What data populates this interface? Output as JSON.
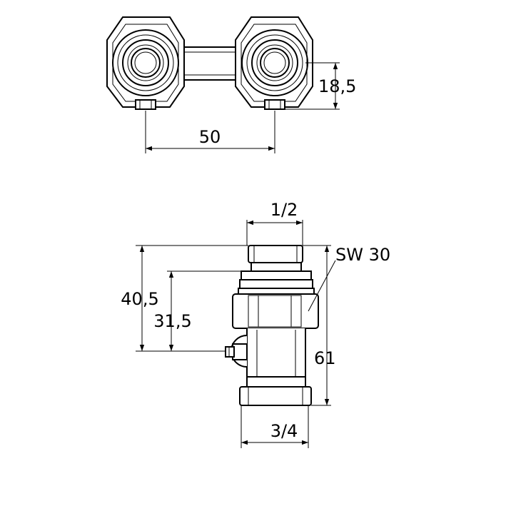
{
  "top_view": {
    "dim_spacing": "50",
    "dim_offset": "18,5"
  },
  "side_view": {
    "dim_top_thread": "1/2",
    "dim_wrench": "SW 30",
    "dim_height_total": "40,5",
    "dim_height_inner": "31,5",
    "dim_length": "61",
    "dim_bottom_thread": "3/4"
  },
  "colors": {
    "line": "#000000",
    "background": "#ffffff"
  }
}
